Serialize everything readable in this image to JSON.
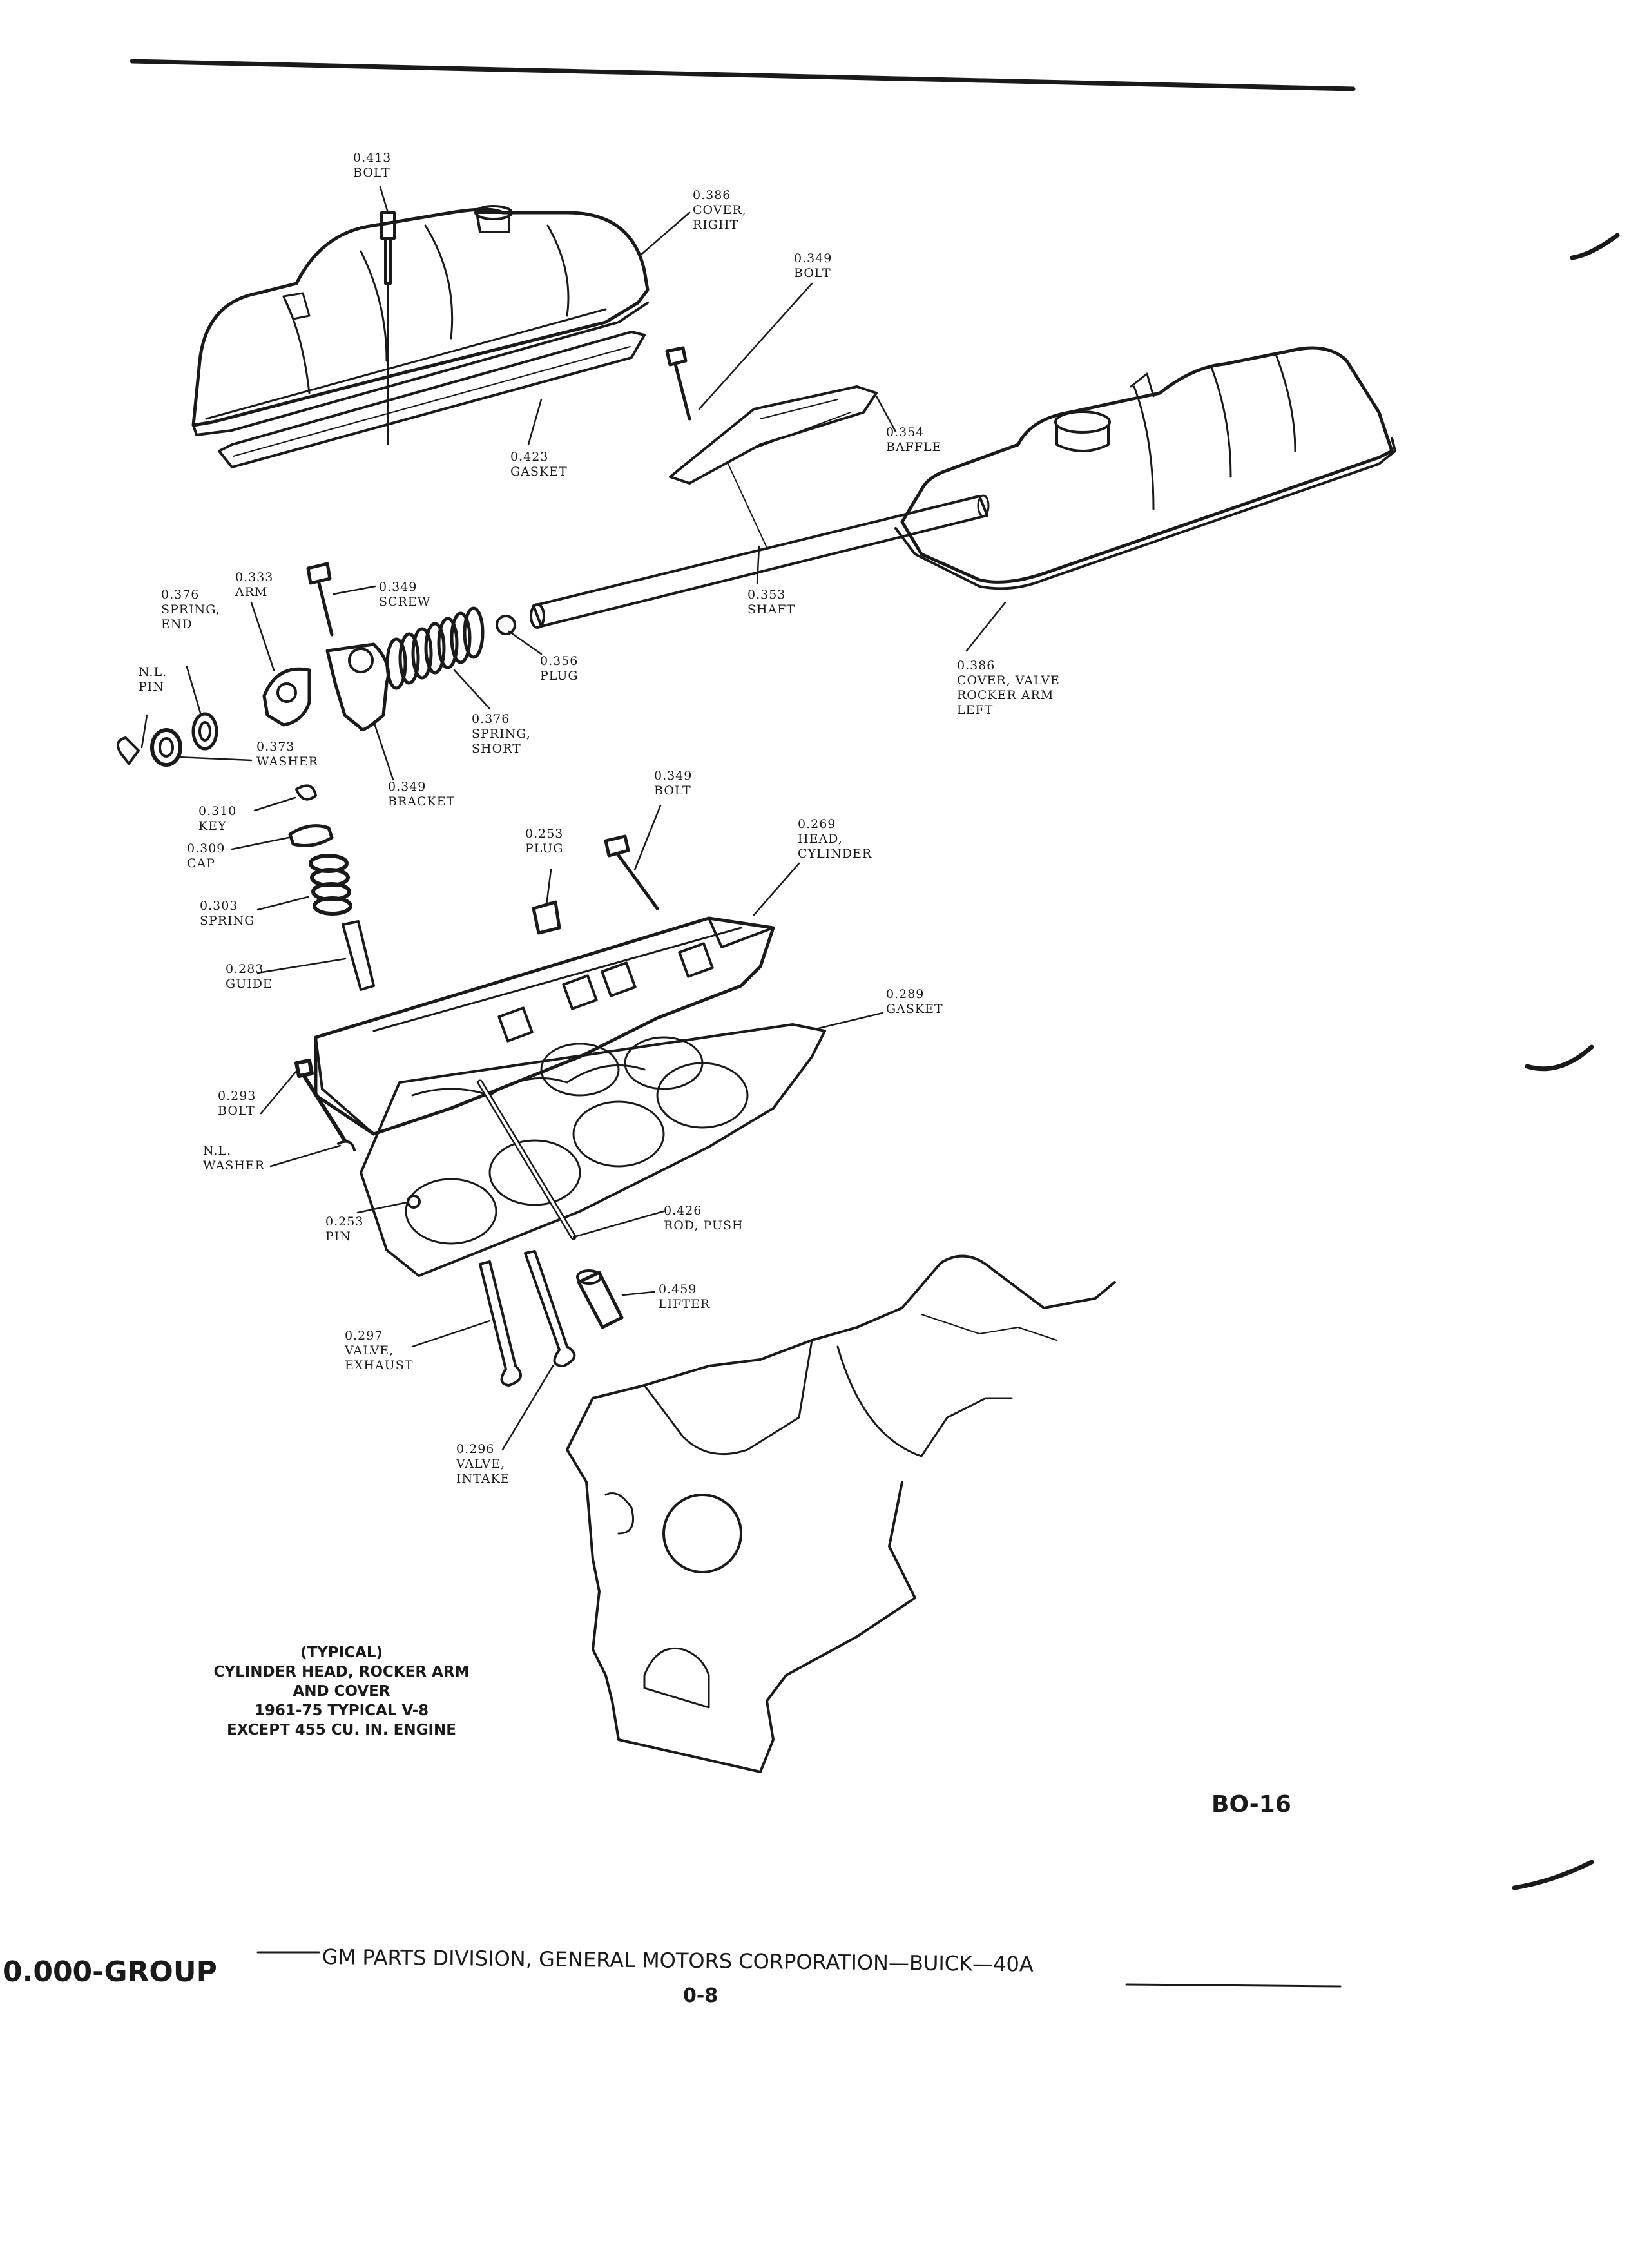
{
  "callouts": [
    {
      "id": "bolt-413",
      "lines": [
        "0.413",
        "BOLT"
      ]
    },
    {
      "id": "cover-right-386",
      "lines": [
        "0.386",
        "COVER,",
        "RIGHT"
      ]
    },
    {
      "id": "bolt-349-baffle",
      "lines": [
        "0.349",
        "BOLT"
      ]
    },
    {
      "id": "baffle-354",
      "lines": [
        "0.354",
        "BAFFLE"
      ]
    },
    {
      "id": "gasket-423",
      "lines": [
        "0.423",
        "GASKET"
      ]
    },
    {
      "id": "arm-333",
      "lines": [
        "0.333",
        "ARM"
      ]
    },
    {
      "id": "spring-end-376",
      "lines": [
        "0.376",
        "SPRING,",
        "END"
      ]
    },
    {
      "id": "screw-349",
      "lines": [
        "0.349",
        "SCREW"
      ]
    },
    {
      "id": "shaft-353",
      "lines": [
        "0.353",
        "SHAFT"
      ]
    },
    {
      "id": "pin-nl",
      "lines": [
        "N.L.",
        "PIN"
      ]
    },
    {
      "id": "plug-356",
      "lines": [
        "0.356",
        "PLUG"
      ]
    },
    {
      "id": "cover-left-386",
      "lines": [
        "0.386",
        "COVER, VALVE",
        "ROCKER ARM",
        "LEFT"
      ]
    },
    {
      "id": "spring-short-376",
      "lines": [
        "0.376",
        "SPRING,",
        "SHORT"
      ]
    },
    {
      "id": "washer-373",
      "lines": [
        "0.373",
        "WASHER"
      ]
    },
    {
      "id": "bracket-349",
      "lines": [
        "0.349",
        "BRACKET"
      ]
    },
    {
      "id": "bolt-349-head",
      "lines": [
        "0.349",
        "BOLT"
      ]
    },
    {
      "id": "key-310",
      "lines": [
        "0.310",
        "KEY"
      ]
    },
    {
      "id": "cap-309",
      "lines": [
        "0.309",
        "CAP"
      ]
    },
    {
      "id": "plug-253",
      "lines": [
        "0.253",
        "PLUG"
      ]
    },
    {
      "id": "head-269",
      "lines": [
        "0.269",
        "HEAD,",
        "CYLINDER"
      ]
    },
    {
      "id": "spring-303",
      "lines": [
        "0.303",
        "SPRING"
      ]
    },
    {
      "id": "guide-283",
      "lines": [
        "0.283",
        "GUIDE"
      ]
    },
    {
      "id": "gasket-289",
      "lines": [
        "0.289",
        "GASKET"
      ]
    },
    {
      "id": "bolt-293",
      "lines": [
        "0.293",
        "BOLT"
      ]
    },
    {
      "id": "washer-nl",
      "lines": [
        "N.L.",
        "WASHER"
      ]
    },
    {
      "id": "pin-253",
      "lines": [
        "0.253",
        "PIN"
      ]
    },
    {
      "id": "rod-426",
      "lines": [
        "0.426",
        "ROD, PUSH"
      ]
    },
    {
      "id": "lifter-459",
      "lines": [
        "0.459",
        "LIFTER"
      ]
    },
    {
      "id": "valve-exhaust-297",
      "lines": [
        "0.297",
        "VALVE,",
        "EXHAUST"
      ]
    },
    {
      "id": "valve-intake-296",
      "lines": [
        "0.296",
        "VALVE,",
        "INTAKE"
      ]
    }
  ],
  "caption": [
    "(TYPICAL)",
    "CYLINDER HEAD, ROCKER ARM",
    "AND COVER",
    "1961-75 TYPICAL V-8",
    "EXCEPT 455 CU. IN. ENGINE"
  ],
  "figure_code": "BO-16",
  "footer": {
    "group": "0.000-GROUP",
    "division": "GM PARTS DIVISION, GENERAL MOTORS CORPORATION—BUICK—40A",
    "page": "0-8"
  }
}
